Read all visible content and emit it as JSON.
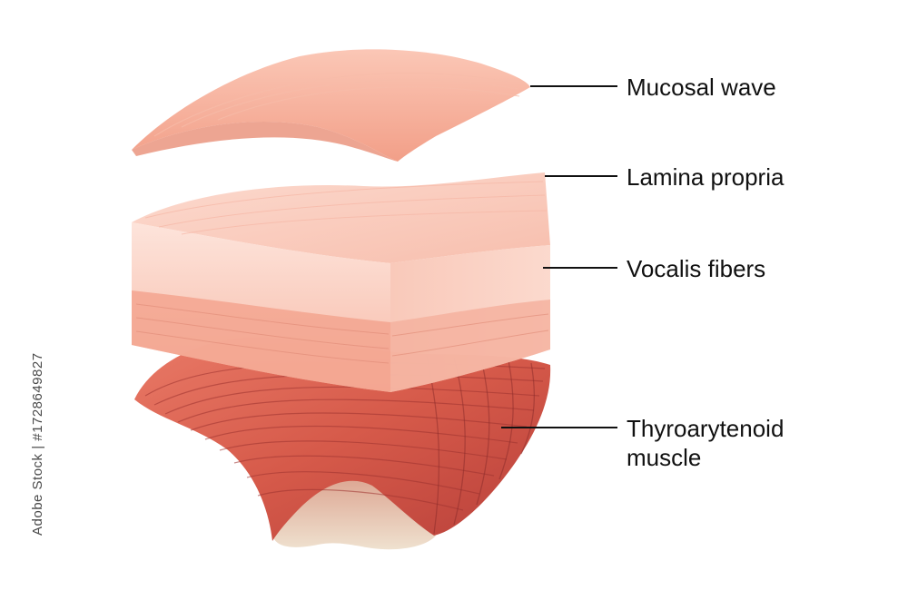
{
  "labels": {
    "mucosal_wave": "Mucosal wave",
    "lamina_propria": "Lamina propria",
    "vocalis_fibers": "Vocalis fibers",
    "thyroarytenoid_line1": "Thyroarytenoid",
    "thyroarytenoid_line2": "muscle"
  },
  "watermark": "Adobe Stock | #1728649827",
  "colors": {
    "mucosa": "#f6b19f",
    "lamina": "#f9cbbd",
    "vocalis": "#f3a892",
    "muscle": "#d9604f",
    "muscle_dark": "#b8403a",
    "tendon": "#ead7c2",
    "leader": "#111111"
  }
}
